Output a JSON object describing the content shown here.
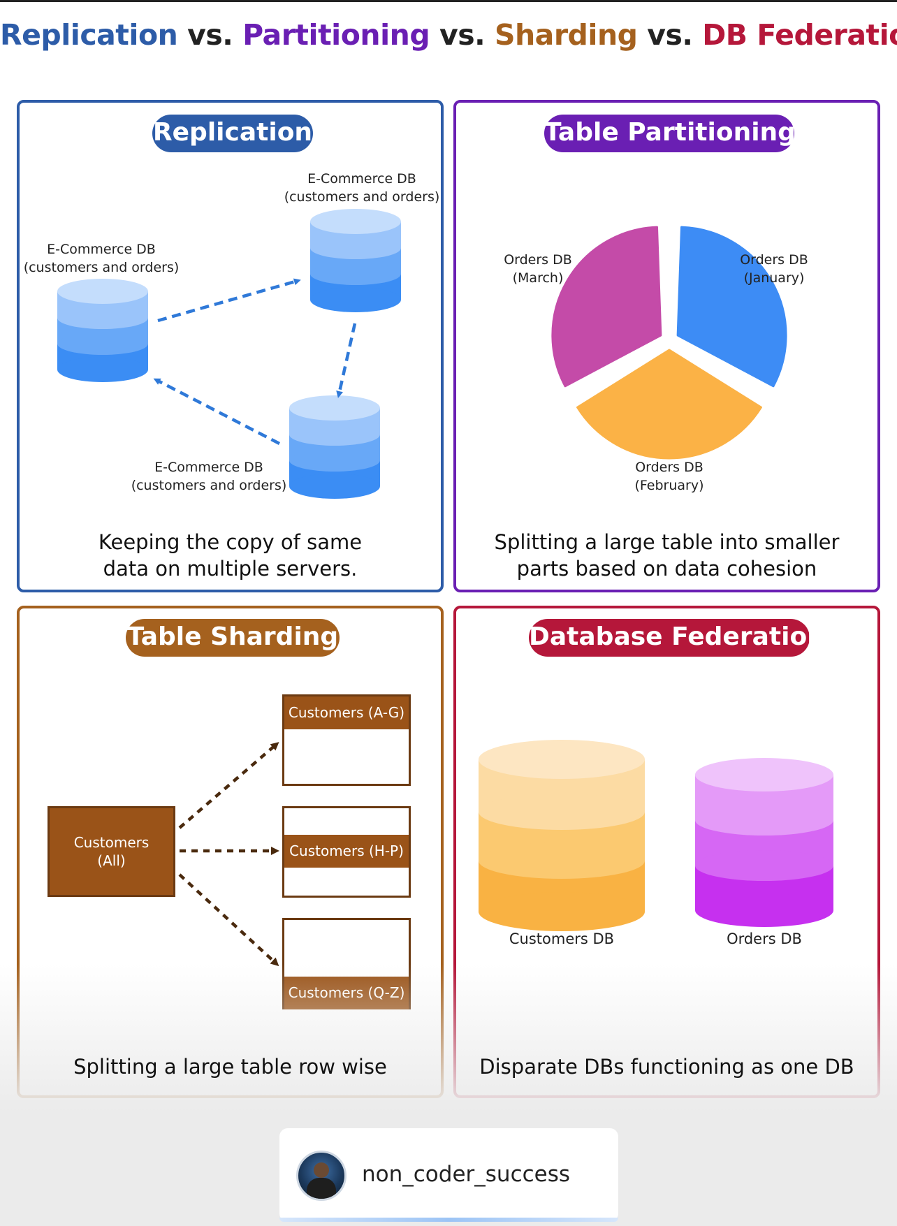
{
  "title": {
    "part1": "Replication",
    "vs1": " vs. ",
    "part2": "Partitioning",
    "vs2": " vs. ",
    "part3": "Sharding",
    "vs3": " vs. ",
    "part4": "DB Federation"
  },
  "colors": {
    "replication": "#2d5ca8",
    "partitioning": "#6a1fb3",
    "sharding": "#a5611e",
    "federation": "#b5173a",
    "vs_text": "#222222"
  },
  "replication": {
    "title": "Replication",
    "db_top": {
      "line1": "E-Commerce DB",
      "line2": "(customers and orders)"
    },
    "db_left": {
      "line1": "E-Commerce DB",
      "line2": "(customers and orders)"
    },
    "db_bottom": {
      "line1": "E-Commerce DB",
      "line2": "(customers and orders)"
    },
    "caption_line1": "Keeping the copy of same",
    "caption_line2": "data on multiple servers."
  },
  "partitioning": {
    "title": "Table Partitioning",
    "chart_data": {
      "type": "pie",
      "values": [
        1,
        1,
        1
      ],
      "labels": [
        "Orders DB (January)",
        "Orders DB (February)",
        "Orders DB (March)"
      ],
      "colors": [
        "#3d8cf5",
        "#fbb246",
        "#c44ba8"
      ]
    },
    "slices": [
      {
        "line1": "Orders DB",
        "line2": "(January)"
      },
      {
        "line1": "Orders DB",
        "line2": "(February)"
      },
      {
        "line1": "Orders DB",
        "line2": "(March)"
      }
    ],
    "caption_line1": "Splitting a large table into smaller",
    "caption_line2": "parts based on data cohesion"
  },
  "sharding": {
    "title": "Table Sharding",
    "source": {
      "line1": "Customers",
      "line2": "(All)"
    },
    "shards": [
      "Customers (A-G)",
      "Customers (H-P)",
      "Customers (Q-Z)"
    ],
    "caption": "Splitting a large table row wise"
  },
  "federation": {
    "title": "Database Federation",
    "db1": "Customers DB",
    "db2": "Orders DB",
    "caption": "Disparate DBs functioning as one DB"
  },
  "profile": {
    "username": "non_coder_success"
  }
}
